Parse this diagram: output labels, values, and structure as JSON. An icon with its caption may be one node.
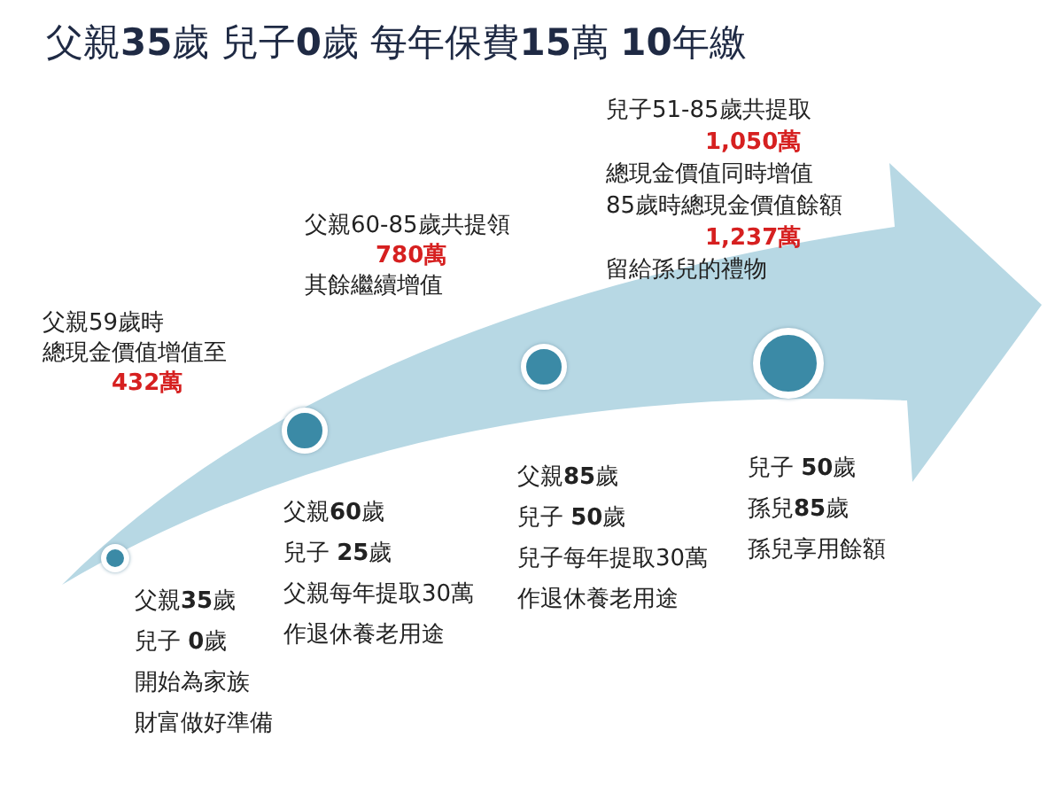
{
  "diagram": {
    "title": "父親**35**歲 兒子**0**歲 每年保費**15**萬 **10**年繳",
    "nodes": [
      {
        "text": [],
        "shape": "circle",
        "beside": [
          "父親**35**歲",
          "兒子  **0**歲",
          "開始為家族",
          "財富做好準備"
        ]
      },
      {
        "text": [],
        "shape": "circle",
        "beside": [
          "父親**60**歲",
          "兒子 **25**歲",
          "父親每年提取30萬",
          "作退休養老用途"
        ]
      },
      {
        "text": [],
        "shape": "circle",
        "beside": [
          "父親**85**歲",
          "兒子 **50**歲",
          "兒子每年提取30萬",
          "作退休養老用途"
        ]
      },
      {
        "text": [],
        "shape": "circle",
        "beside": [
          "兒子 **50**歲",
          "孫兒**85**歲",
          "孫兒享用餘額"
        ]
      }
    ],
    "labels": [
      "兒子51-85歲共提取",
      "1,050萬",
      "總現金價值同時增值",
      "85歲時總現金價值餘額",
      "1,237萬",
      "留給孫兒的禮物",
      "父親60-85歲共提領",
      "780萬",
      "其餘繼續增值",
      "父親59歲時",
      "總現金價值增值至",
      "432萬"
    ]
  }
}
